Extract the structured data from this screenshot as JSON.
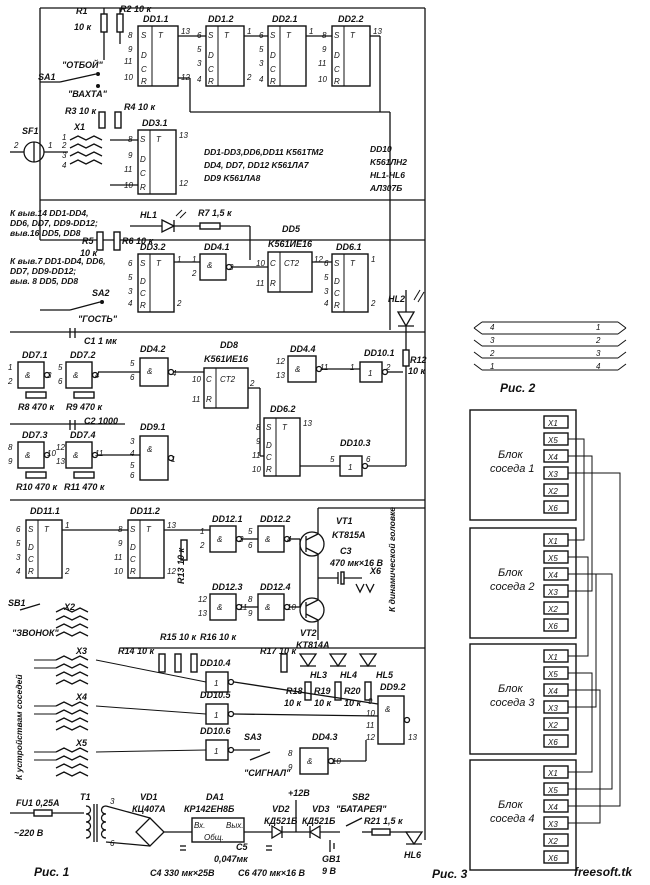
{
  "figures": {
    "fig1": "Рис. 1",
    "fig2": "Рис. 2",
    "fig3": "Рис. 3"
  },
  "watermark": "freesoft.tk",
  "chips": {
    "dd11": "DD1.1",
    "dd12": "DD1.2",
    "dd21": "DD2.1",
    "dd22": "DD2.2",
    "dd31": "DD3.1",
    "dd32": "DD3.2",
    "dd41": "DD4.1",
    "dd42": "DD4.2",
    "dd43": "DD4.3",
    "dd44": "DD4.4",
    "dd5": "DD5",
    "dd5type": "K561ИЕ16",
    "dd61": "DD6.1",
    "dd62": "DD6.2",
    "dd71": "DD7.1",
    "dd72": "DD7.2",
    "dd73": "DD7.3",
    "dd74": "DD7.4",
    "dd8": "DD8",
    "dd8type": "K561ИЕ16",
    "dd91": "DD9.1",
    "dd92": "DD9.2",
    "dd101": "DD10.1",
    "dd103": "DD10.3",
    "dd104": "DD10.4",
    "dd105": "DD10.5",
    "dd106": "DD10.6",
    "dd111": "DD11.1",
    "dd112": "DD11.2",
    "dd121": "DD12.1",
    "dd122": "DD12.2",
    "dd123": "DD12.3",
    "dd124": "DD12.4"
  },
  "parts_notes": {
    "line1": "DD1-DD3,DD6,DD11 K561TM2",
    "line2": "DD4, DD7, DD12  K561ЛА7",
    "line3": "DD9   K561ЛА8",
    "right1": "DD10",
    "right2": "K561ЛН2",
    "right3": "HL1-HL6",
    "right4": "АЛ307Б"
  },
  "power_notes": {
    "note1a": "К выв.14 DD1-DD4,",
    "note1b": "DD6, DD7, DD9-DD12;",
    "note1c": "выв.16 DD5, DD8",
    "note2a": "К выв.7 DD1-DD4, DD6,",
    "note2b": "DD7, DD9-DD12;",
    "note2c": "выв. 8 DD5, DD8"
  },
  "labels": {
    "r1": "R1",
    "r1v": "10 к",
    "r2": "R2 10 к",
    "otboy": "\"ОТБОЙ\"",
    "sa1": "SA1",
    "vahta": "\"ВАХТА\"",
    "r3": "R3 10 к",
    "r4": "R4 10 к",
    "sf1": "SF1",
    "x1": "X1",
    "hl1": "HL1",
    "r7": "R7 1,5 к",
    "r5": "R5",
    "r5v": "10 к",
    "r6": "R6 10 к",
    "sa2": "SA2",
    "gost": "\"ГОСТЬ\"",
    "hl2": "HL2",
    "c1": "C1 1 мк",
    "r8": "R8 470 к",
    "r9": "R9 470 к",
    "c2": "C2 1000",
    "r10": "R10 470 к",
    "r11": "R11 470 к",
    "r12": "R12",
    "r12v": "10 к",
    "ct2a": "CT2",
    "ct2b": "CT2",
    "vt1": "VT1",
    "vt1t": "KT815А",
    "vt2": "VT2",
    "vt2t": "KT814А",
    "c3": "C3",
    "c3v": "470 мк×16 В",
    "x6": "X6",
    "dyn": "К динамической головке",
    "r13": "R13 10 к",
    "sb1": "SB1",
    "x2": "X2",
    "zvonok": "\"ЗВОНОК\"",
    "r14": "R14 10 к",
    "r15": "R15 10 к",
    "r16": "R16 10 к",
    "r17": "R17 10 к",
    "hl3": "HL3",
    "hl4": "HL4",
    "hl5": "HL5",
    "r18": "R18",
    "r18v": "10 к",
    "r19": "R19",
    "r19v": "10 к",
    "r20": "R20",
    "r20v": "10 к",
    "x3": "X3",
    "x4": "X4",
    "x5": "X5",
    "neigh": "К устройствам соседей",
    "sa3": "SA3",
    "signal": "\"СИГНАЛ\"",
    "fu1": "FU1 0,25А",
    "v220": "~220 В",
    "t1": "T1",
    "vd1": "VD1",
    "vd1t": "КЦ407А",
    "da1": "DA1",
    "da1t": "КР142ЕН8Б",
    "vx": "Вх.",
    "vyh": "Вых.",
    "obsh": "Общ.",
    "c5": "C5",
    "c5v": "0,047мк",
    "vd2": "VD2",
    "vd2t": "КД521Б",
    "vd3": "VD3",
    "vd3t": "КД521Б",
    "p12": "+12В",
    "sb2": "SB2",
    "batarey": "\"БАТАРЕЯ\"",
    "r21": "R21 1,5 к",
    "gb1": "GB1",
    "gb1v": "9 В",
    "hl6": "HL6",
    "c4": "C4 330 мк×25В",
    "c6": "C6 470 мк×16 В"
  },
  "fig2_pins": {
    "left": [
      "4",
      "3",
      "2",
      "1"
    ],
    "right": [
      "1",
      "2",
      "3",
      "4"
    ]
  },
  "fig3": {
    "blocks": [
      {
        "line1": "Блок",
        "line2": "соседа 1"
      },
      {
        "line1": "Блок",
        "line2": "соседа 2"
      },
      {
        "line1": "Блок",
        "line2": "соседа 3"
      },
      {
        "line1": "Блок",
        "line2": "соседа 4"
      }
    ],
    "connectors": [
      "X1",
      "X5",
      "X4",
      "X3",
      "X2",
      "X6"
    ]
  }
}
